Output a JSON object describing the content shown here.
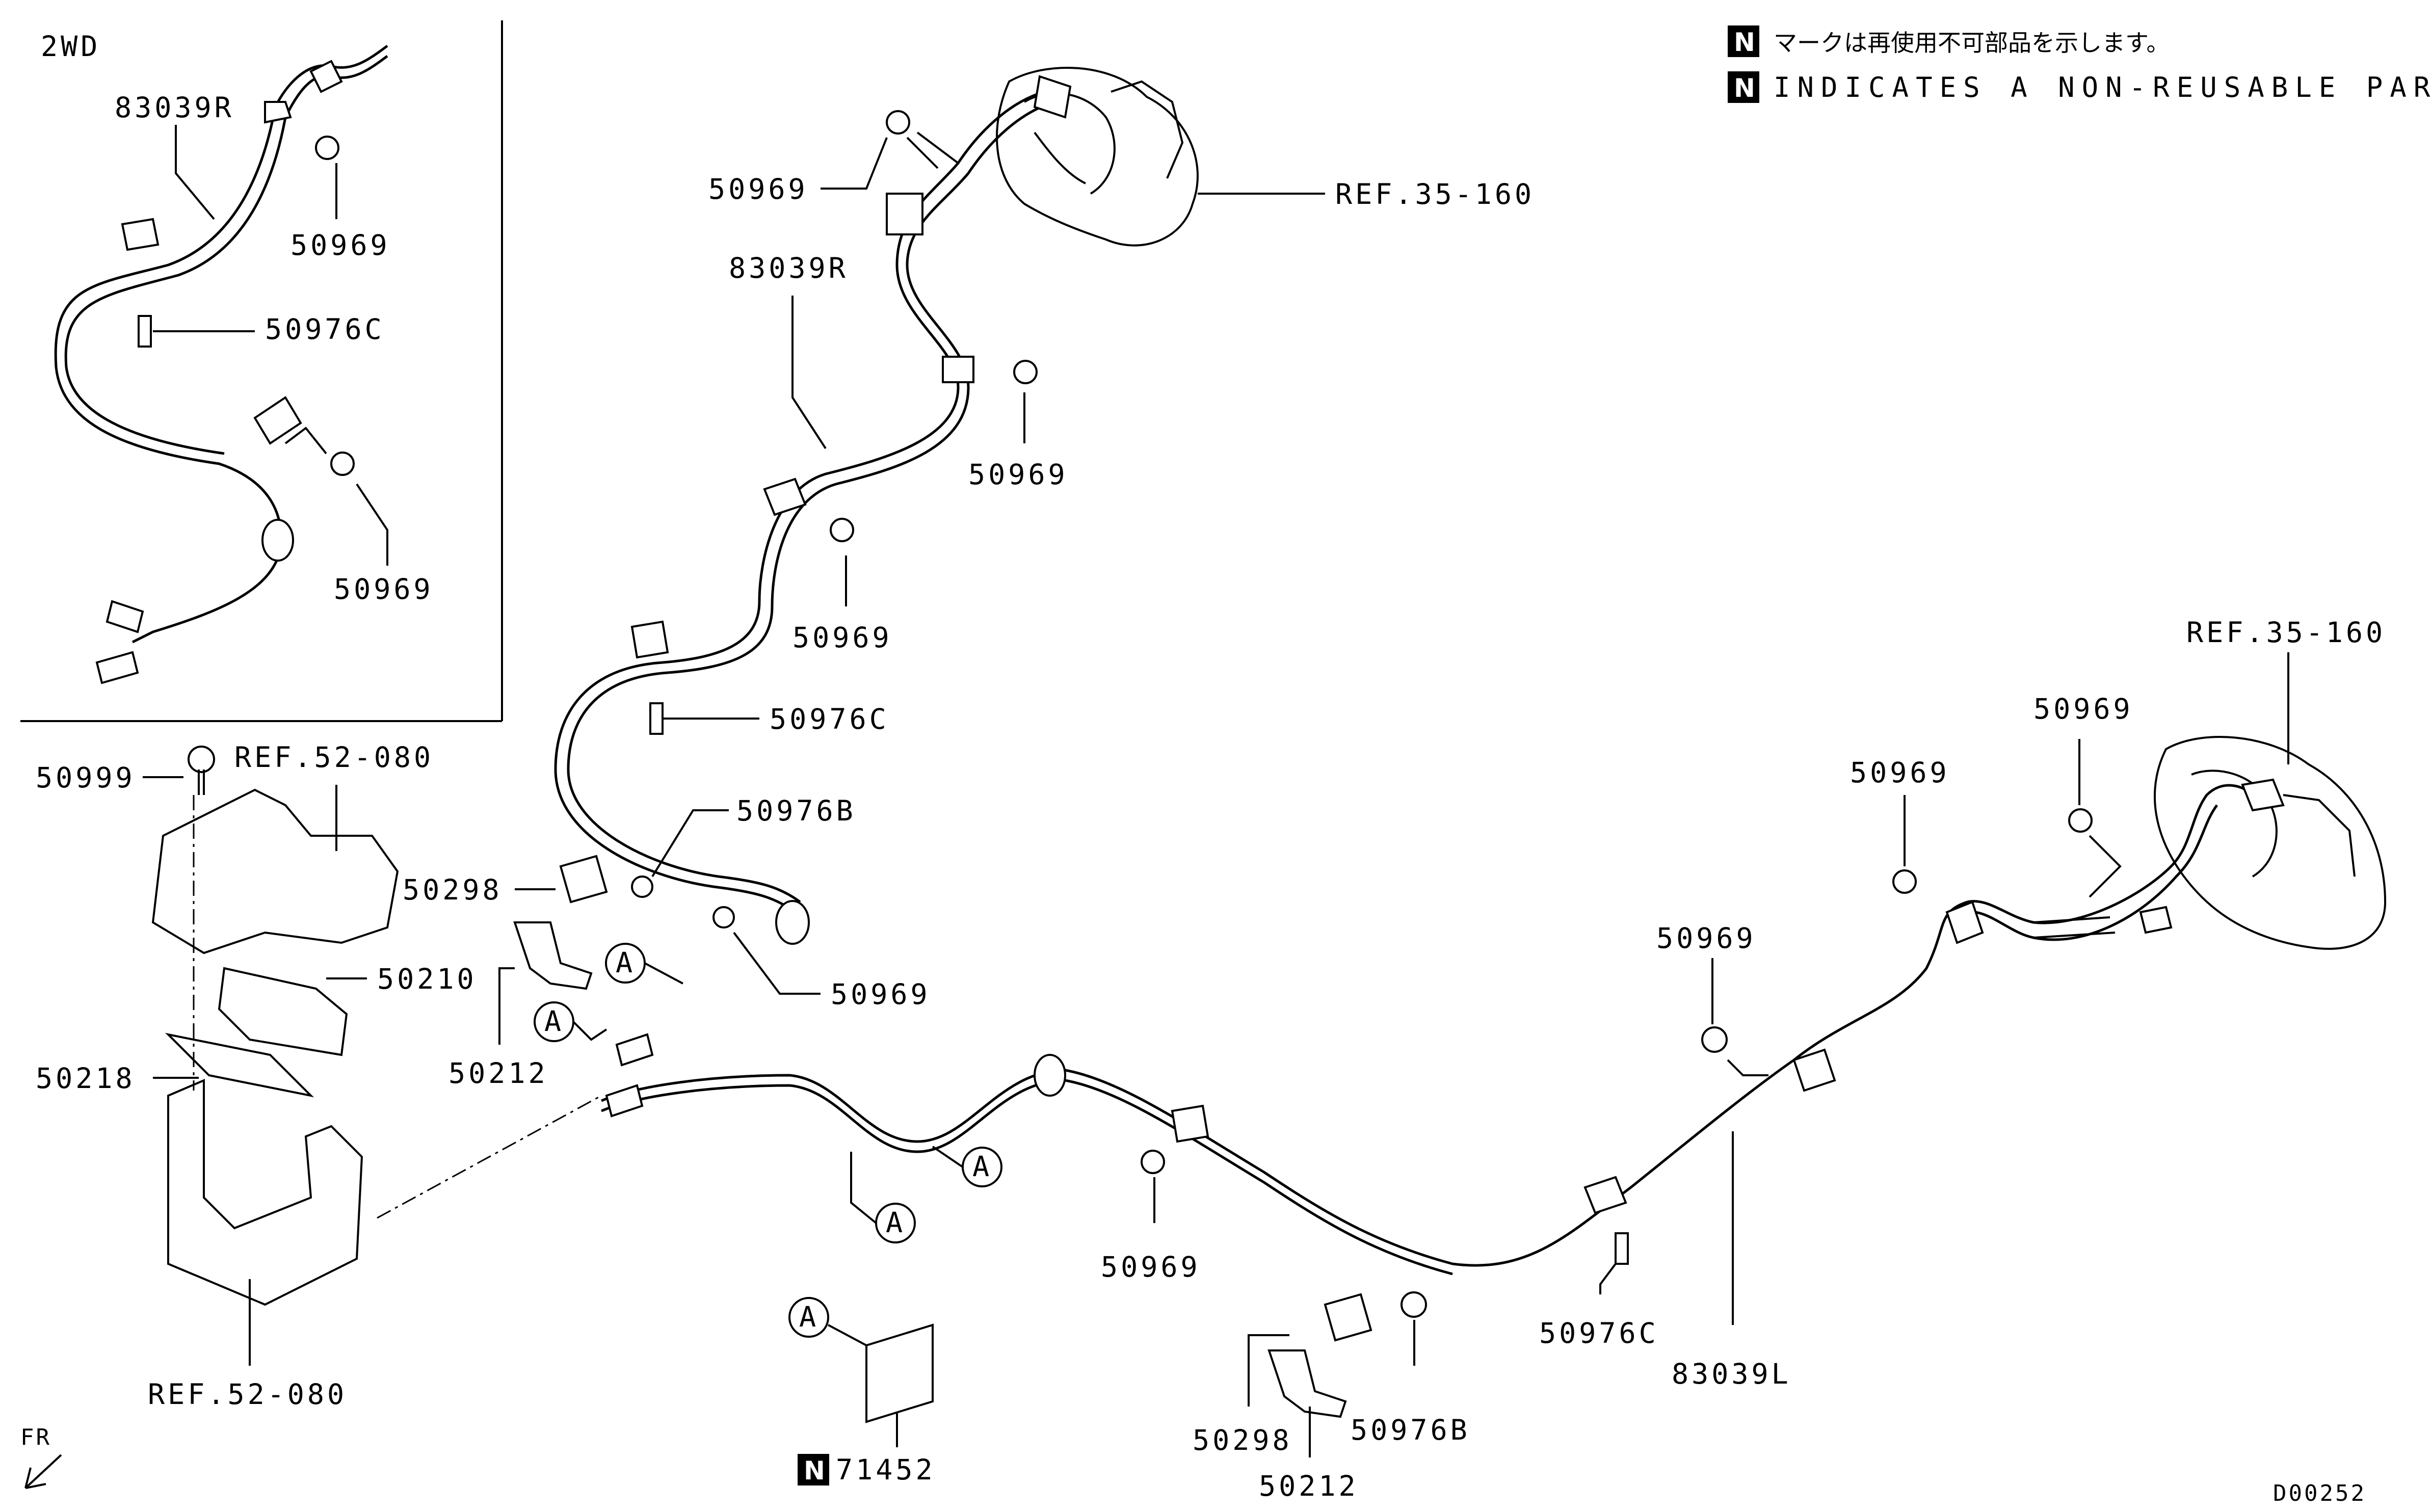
{
  "notes": {
    "jp": "マークは再使用不可部品を示します。",
    "en": "INDICATES A NON-REUSABLE PART.",
    "badge": "N"
  },
  "inset": {
    "title": "2WD"
  },
  "labels": {
    "p83039R_a": "83039R",
    "p50969_a": "50969",
    "p50976C_a": "50976C",
    "p50969_b": "50969",
    "p50969_c": "50969",
    "ref35_160_a": "REF.35-160",
    "p83039R_b": "83039R",
    "p50969_d": "50969",
    "p50969_e": "50969",
    "p50976C_b": "50976C",
    "p50976B_a": "50976B",
    "p50298_a": "50298",
    "p50969_f": "50969",
    "p50212_a": "50212",
    "p50999": "50999",
    "ref52_080_a": "REF.52-080",
    "p50210": "50210",
    "p50218": "50218",
    "ref52_080_b": "REF.52-080",
    "ref35_160_b": "REF.35-160",
    "p50969_g": "50969",
    "p50969_h": "50969",
    "p50969_i": "50969",
    "p50969_j": "50969",
    "p50976C_c": "50976C",
    "p83039L": "83039L",
    "p50298_b": "50298",
    "p50976B_b": "50976B",
    "p50212_b": "50212",
    "p71452": "71452",
    "fr": "FR",
    "code": "D00252"
  },
  "callouts": {
    "a": "A"
  }
}
